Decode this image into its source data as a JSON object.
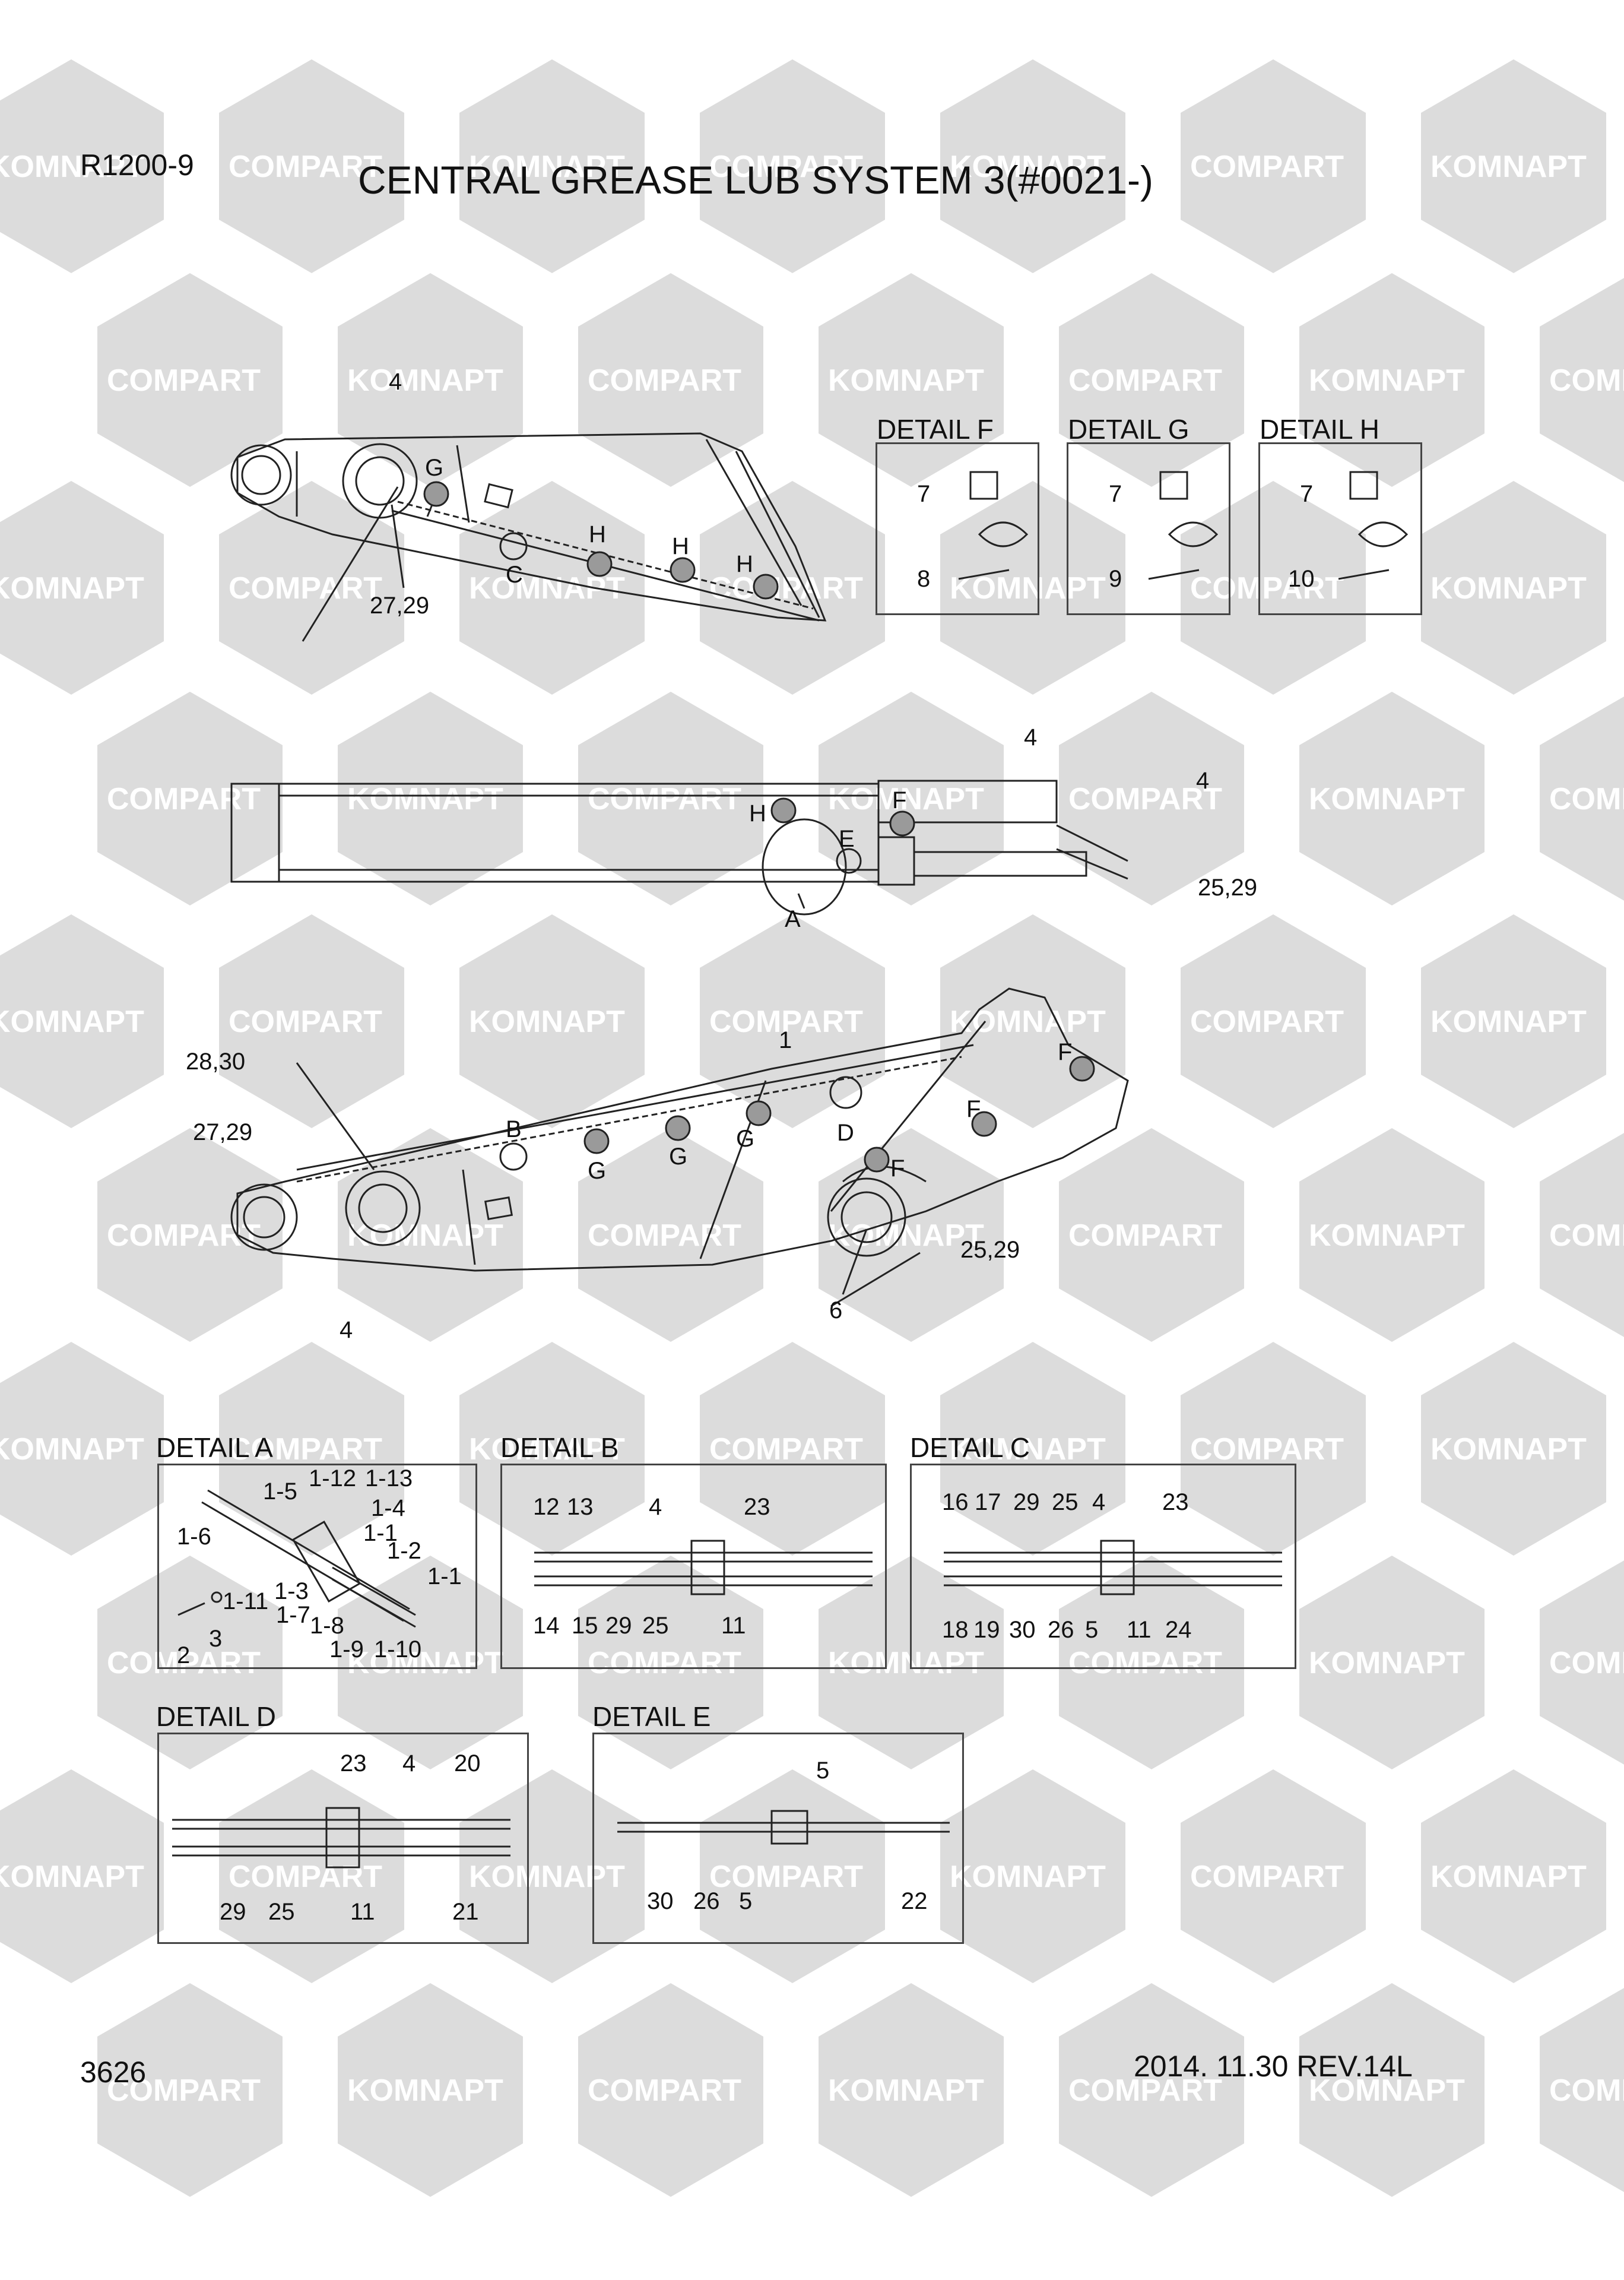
{
  "header": {
    "model": "R1200-9",
    "title": "CENTRAL GREASE LUB SYSTEM 3(#0021-)"
  },
  "footer": {
    "page_number": "3626",
    "revision": "2014. 11.30  REV.14L"
  },
  "watermarks": [
    "KOMNAPT",
    "COMPART"
  ],
  "colors": {
    "line": "#222222",
    "watermark_hex": "#dcdcdc",
    "callout_fill": "#9a9a9a"
  },
  "details": [
    {
      "id": "F",
      "heading": "DETAIL F",
      "labels": [
        "7",
        "8"
      ]
    },
    {
      "id": "G",
      "heading": "DETAIL G",
      "labels": [
        "7",
        "9"
      ]
    },
    {
      "id": "H",
      "heading": "DETAIL H",
      "labels": [
        "7",
        "10"
      ]
    },
    {
      "id": "A",
      "heading": "DETAIL A",
      "labels": [
        "1-5",
        "1-12",
        "1-13",
        "1-4",
        "1-6",
        "1-1",
        "1-2",
        "1-1",
        "1-11",
        "1-3",
        "1-7",
        "1-8",
        "1-9",
        "1-10",
        "2",
        "3"
      ]
    },
    {
      "id": "B",
      "heading": "DETAIL B",
      "labels": [
        "12",
        "13",
        "4",
        "23",
        "14",
        "15",
        "29",
        "25",
        "11"
      ]
    },
    {
      "id": "C",
      "heading": "DETAIL C",
      "labels": [
        "16",
        "17",
        "29",
        "25",
        "4",
        "23",
        "18",
        "19",
        "30",
        "26",
        "5",
        "11",
        "24"
      ]
    },
    {
      "id": "D",
      "heading": "DETAIL D",
      "labels": [
        "23",
        "4",
        "20",
        "29",
        "25",
        "11",
        "21"
      ]
    },
    {
      "id": "E",
      "heading": "DETAIL E",
      "labels": [
        "5",
        "30",
        "26",
        "5",
        "22"
      ]
    }
  ],
  "views": {
    "top": {
      "labels": [
        "4",
        "G",
        "C",
        "H",
        "H",
        "H",
        "27,29"
      ]
    },
    "middle": {
      "labels": [
        "4",
        "4",
        "F",
        "H",
        "E",
        "A",
        "25,29"
      ]
    },
    "bottom": {
      "labels": [
        "1",
        "28,30",
        "27,29",
        "B",
        "G",
        "G",
        "G",
        "D",
        "F",
        "F",
        "F",
        "25,29",
        "6",
        "4"
      ]
    }
  }
}
